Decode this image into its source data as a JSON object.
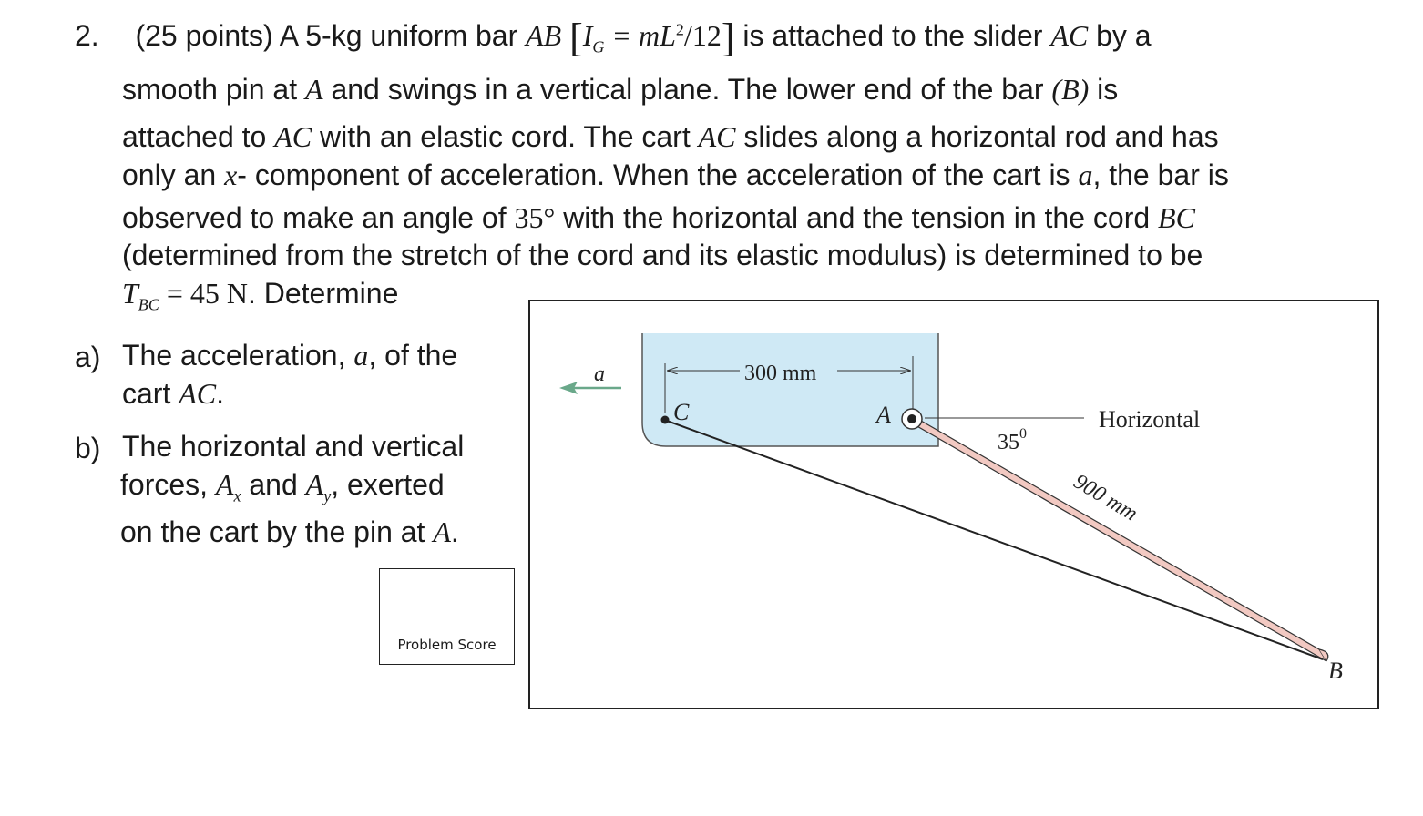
{
  "problem": {
    "number": "2.",
    "points": "(25 points)",
    "intro_a": "A 5-kg uniform bar",
    "AB": "AB",
    "formula": "I",
    "formula_sub": "G",
    "formula_rest": " = mL",
    "formula_sup": "2",
    "formula_end": "/12",
    "intro_b": "is attached to the slider",
    "AC": "AC",
    "intro_c": "by a",
    "l2a": "smooth pin at",
    "A": "A",
    "l2b": "and swings in a vertical plane.  The lower end of the bar",
    "Bparen": "(B)",
    "l2c": "is",
    "l3a": "attached to",
    "l3b": "with an elastic cord.  The cart",
    "l3c": "slides along a horizontal rod and has",
    "l4a": "only an",
    "x": "x",
    "l4b": "- component of acceleration.  When the acceleration of the cart is",
    "a": "a",
    "l4c": ", the bar is",
    "l5a": "observed to make an angle of",
    "angle": "35°",
    "l5b": "with the horizontal and the tension in the cord",
    "BC": "BC",
    "l6": "(determined from the stretch of the cord and its elastic modulus) is determined to be",
    "T": "T",
    "T_sub": "BC",
    "T_val": " = 45 N",
    "l7b": ".  Determine"
  },
  "parts": {
    "a_label": "a)",
    "a_l1a": "The acceleration,",
    "a_l1b": ", of the",
    "a_l2a": "cart",
    "a_l2b": ".",
    "b_label": "b)",
    "b_l1": "The horizontal and vertical",
    "b_l2a": "forces,",
    "Ax": "A",
    "Ax_sub": "x",
    "b_l2b": "and",
    "Ay": "A",
    "Ay_sub": "y",
    "b_l2c": ", exerted",
    "b_l3a": "on the cart by the pin at",
    "b_l3b": "."
  },
  "score_box": {
    "label": "Problem Score"
  },
  "figure": {
    "accel_label": "a",
    "dim_label": "300 mm",
    "C_label": "C",
    "A_label": "A",
    "B_label": "B",
    "angle_label": "35",
    "angle_unit": "0",
    "horizontal_label": "Horizontal",
    "bar_length_label": "900 mm",
    "colors": {
      "cart_fill": "#cfe9f5",
      "bar_fill": "#f2c9c2",
      "arrow": "#6aa88a",
      "ink": "#222222"
    }
  }
}
